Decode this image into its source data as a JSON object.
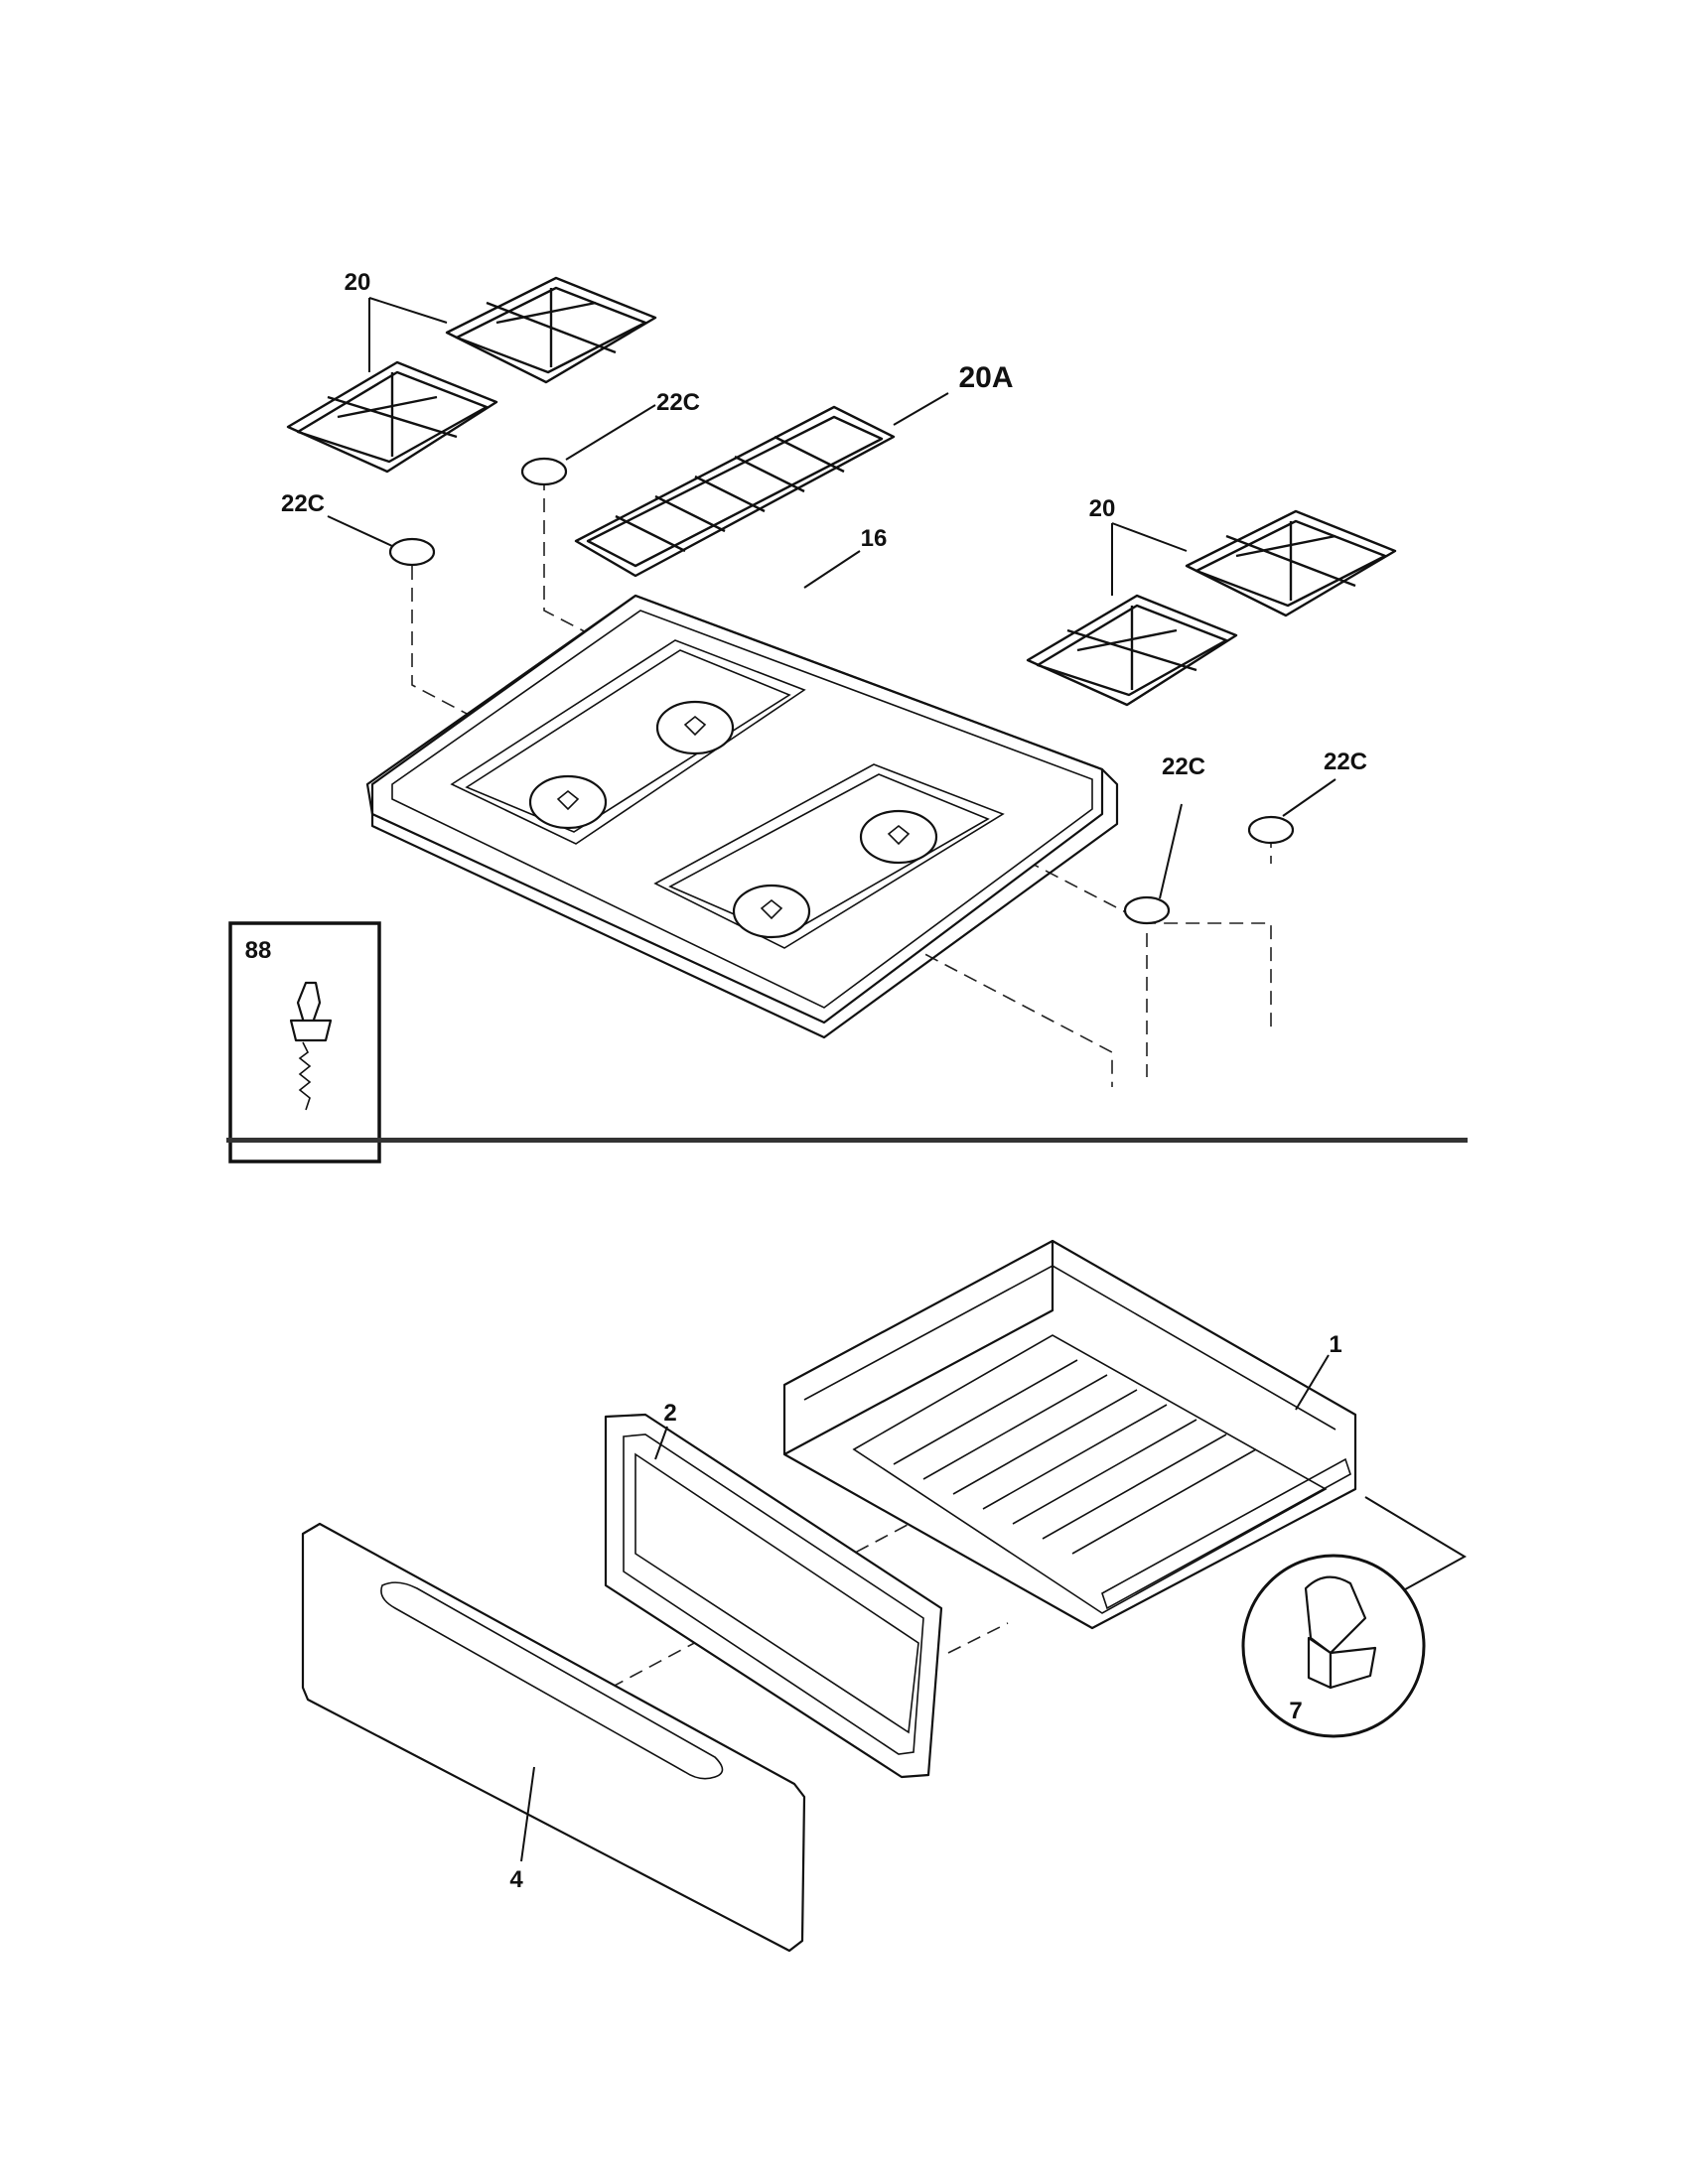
{
  "callouts": {
    "grate_upper_left": "20",
    "grate_center": "20A",
    "foot_1": "22C",
    "foot_2": "22C",
    "cooktop": "16",
    "grate_right": "20",
    "foot_3": "22C",
    "foot_4": "22C",
    "screw_inset": "88",
    "drawer_body": "1",
    "drawer_liner": "2",
    "drawer_front": "4",
    "clip_inset": "7"
  }
}
